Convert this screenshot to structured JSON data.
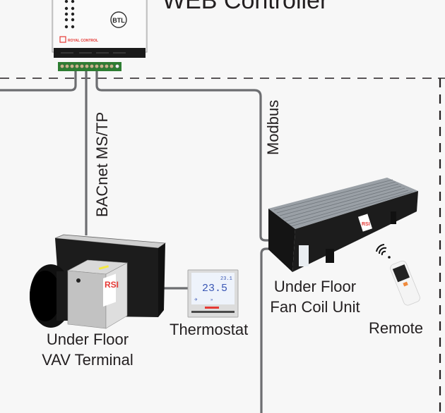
{
  "diagram": {
    "title": "WEB Controller",
    "controller": {
      "brand": "ROYAL CONTROL",
      "certification_badge": "BTL",
      "terminal_block_color": "#2e7d32"
    },
    "connections": {
      "bacnet_label": "BACnet MS/TP",
      "modbus_label": "Modbus"
    },
    "devices": {
      "vav": {
        "line1": "Under Floor",
        "line2": "VAV Terminal",
        "badge": "RSI"
      },
      "thermostat": {
        "label": "Thermostat",
        "display_value": "23.5",
        "setpoint_value": "23.1"
      },
      "fan_coil": {
        "line1": "Under Floor",
        "line2": "Fan Coil Unit"
      },
      "remote": {
        "label": "Remote",
        "signal_icon": "wifi-icon"
      }
    },
    "colors": {
      "background": "#f7f7f7",
      "wire": "#6d6e71",
      "dashed_boundary": "#231f20",
      "text": "#231f20",
      "brand_red": "#e53935"
    }
  }
}
